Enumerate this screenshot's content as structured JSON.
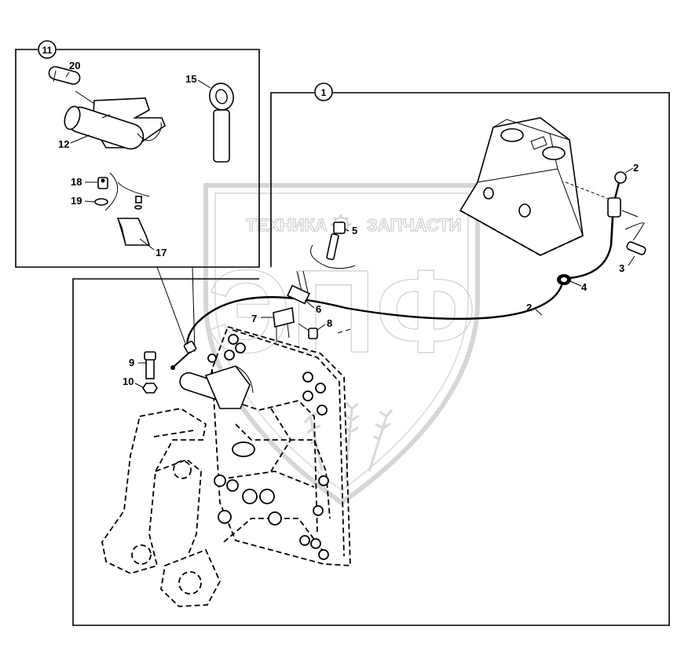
{
  "watermark": {
    "text_left": "ТЕХНИКА",
    "text_right": "ЗАПЧАСТИ",
    "logo": "ЭПФ"
  },
  "groups": [
    {
      "id": "group-1",
      "label": "1"
    },
    {
      "id": "group-11",
      "label": "11"
    }
  ],
  "callouts": {
    "p2a": "2",
    "p2b": "2",
    "p3": "3",
    "p4": "4",
    "p5": "5",
    "p6": "6",
    "p7": "7",
    "p8": "8",
    "p9": "9",
    "p10": "10",
    "p12": "12",
    "p15": "15",
    "p17": "17",
    "p18": "18",
    "p19": "19",
    "p20": "20"
  }
}
